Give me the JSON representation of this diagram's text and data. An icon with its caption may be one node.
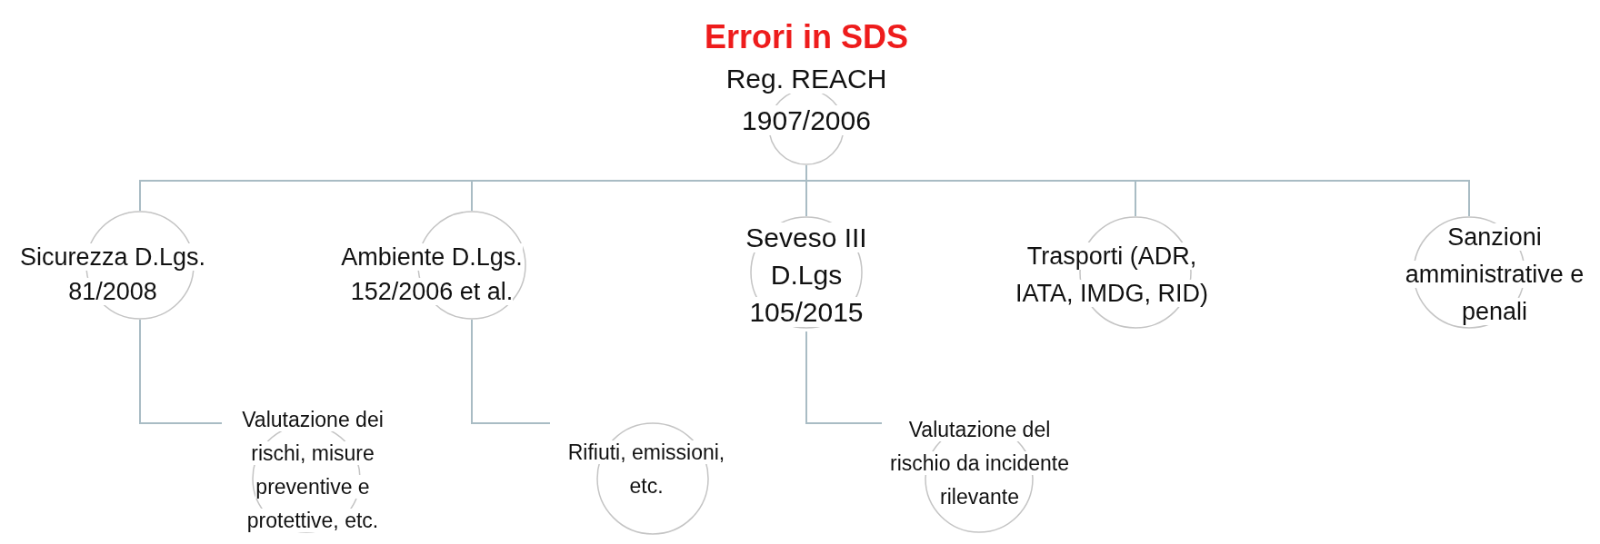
{
  "diagram": {
    "nodes": [
      {
        "text": [
          "Errori in SDS",
          "Reg. REACH 1907/2006"
        ]
      },
      {
        "text": [
          "Sicurezza D.Lgs. 81/2008"
        ]
      },
      {
        "text": [
          "Ambiente D.Lgs. 152/2006 et al."
        ]
      },
      {
        "text": [
          "Seveso III D.Lgs 105/2015"
        ]
      },
      {
        "text": [
          "Trasporti (ADR, IATA, IMDG, RID)"
        ]
      },
      {
        "text": [
          "Sanzioni amministrative e penali"
        ]
      },
      {
        "text": [
          "Valutazione dei rischi, misure preventive e protettive, etc."
        ]
      },
      {
        "text": [
          "Rifiuti, emissioni, etc."
        ]
      },
      {
        "text": [
          "Valutazione del rischio da incidente rilevante"
        ]
      }
    ],
    "edges": [
      {
        "from": 0,
        "to": 1,
        "arrow": "none"
      },
      {
        "from": 0,
        "to": 2,
        "arrow": "none"
      },
      {
        "from": 0,
        "to": 3,
        "arrow": "none"
      },
      {
        "from": 0,
        "to": 4,
        "arrow": "none"
      },
      {
        "from": 0,
        "to": 5,
        "arrow": "none"
      },
      {
        "from": 1,
        "to": 6,
        "arrow": "none"
      },
      {
        "from": 2,
        "to": 7,
        "arrow": "none"
      },
      {
        "from": 3,
        "to": 8,
        "arrow": "none"
      }
    ]
  }
}
